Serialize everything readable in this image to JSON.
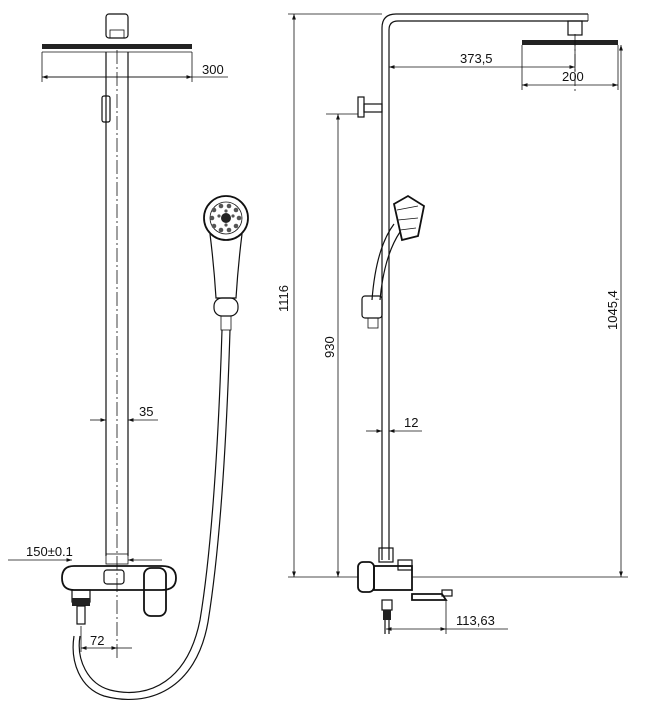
{
  "dimensions": {
    "head_width": "300",
    "arm_reach": "373,5",
    "head_diameter_side": "200",
    "total_height": "1116",
    "mixer_to_top": "1045,4",
    "holder_height": "930",
    "pipe_diameter": "35",
    "pipe_gap": "12",
    "center_distance": "150±0.1",
    "spout_offset": "72",
    "spout_length": "113,63"
  }
}
